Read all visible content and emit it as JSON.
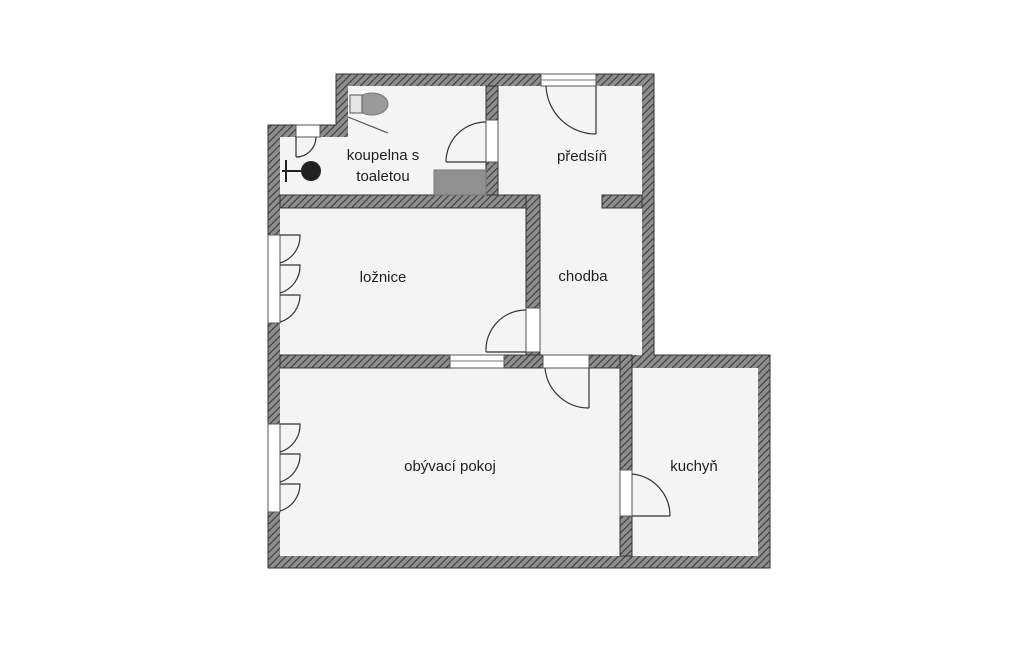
{
  "rooms": {
    "bathroom": {
      "line1": "koupelna s",
      "line2": "toaletou"
    },
    "hall": "předsíň",
    "corridor": "chodba",
    "bedroom": "ložnice",
    "living": "obývací pokoj",
    "kitchen": "kuchyň"
  },
  "colors": {
    "wall_fill": "#9a9a9a",
    "wall_stroke": "#3c3c3c",
    "floor": "#f4f4f4",
    "fixture": "#5a5a5a"
  }
}
